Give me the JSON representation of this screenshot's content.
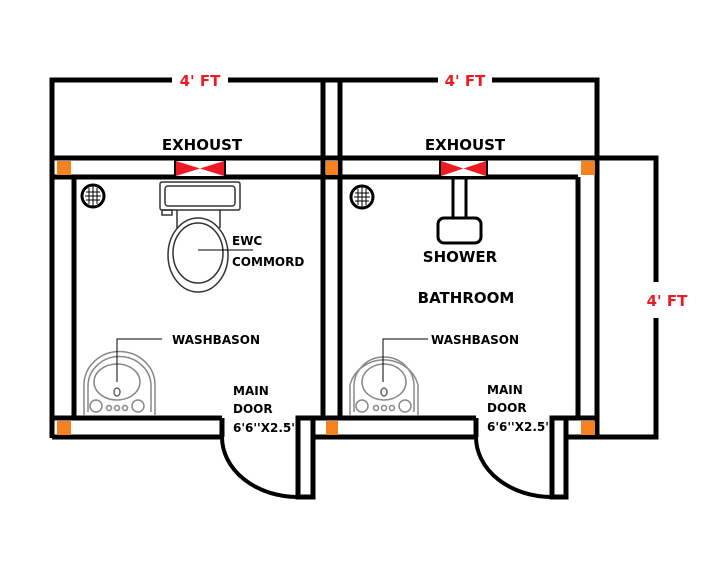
{
  "colors": {
    "wall": "#000000",
    "column": "#f58220",
    "exhaust": "#ed1c24",
    "dimension": "#ed1c24",
    "fixture": "#808080"
  },
  "dimensions": {
    "left_width": "4' FT",
    "right_width": "4' FT",
    "depth": "4' FT"
  },
  "left_room": {
    "exhaust_label": "EXHOUST",
    "toilet_label_1": "EWC",
    "toilet_label_2": "COMMORD",
    "basin_label": "WASHBASON",
    "door_label_1": "MAIN",
    "door_label_2": "DOOR",
    "door_label_3": "6'6''X2.5''"
  },
  "right_room": {
    "exhaust_label": "EXHOUST",
    "shower_label": "SHOWER",
    "room_label": "BATHROOM",
    "basin_label": "WASHBASON",
    "door_label_1": "MAIN",
    "door_label_2": "DOOR",
    "door_label_3": "6'6''X2.5''"
  }
}
